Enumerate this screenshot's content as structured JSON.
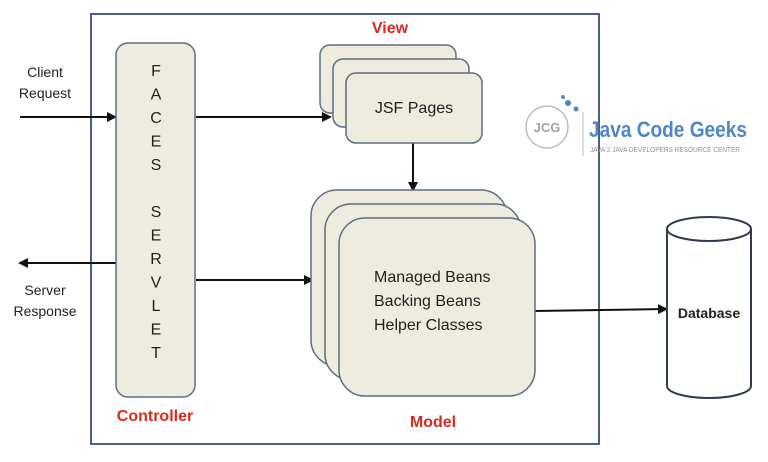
{
  "flow": {
    "client_request": [
      "Client",
      "Request"
    ],
    "server_response": [
      "Server",
      "Response"
    ]
  },
  "controller": {
    "servlet_letters": [
      "F",
      "A",
      "C",
      "E",
      "S",
      "",
      "S",
      "E",
      "R",
      "V",
      "L",
      "E",
      "T"
    ],
    "label": "Controller"
  },
  "view": {
    "label": "View",
    "pages_label": "JSF Pages"
  },
  "model": {
    "label": "Model",
    "lines": [
      "Managed Beans",
      "Backing Beans",
      "Helper Classes"
    ]
  },
  "database": {
    "label": "Database"
  },
  "logo": {
    "brand": "Java Code Geeks",
    "tagline": "JAVA 2 JAVA DEVELOPERS RESOURCE CENTER",
    "mark": "JCG"
  },
  "colors": {
    "frame": "#4a5f85",
    "box_fill": "#eeecdf",
    "box_stroke": "#5e6d80",
    "label_red": "#d9291c",
    "logo_blue": "#4f86c6",
    "text": "#1f1f1f"
  }
}
